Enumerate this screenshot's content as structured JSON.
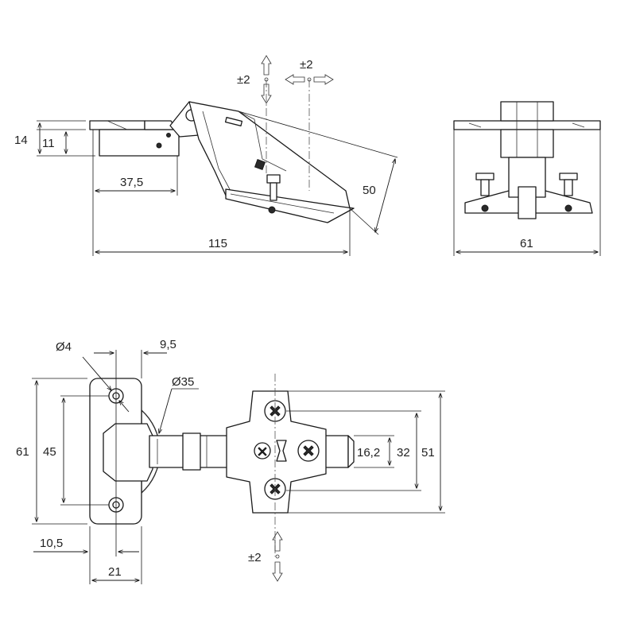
{
  "colors": {
    "line": "#1a1a1a",
    "background": "#ffffff",
    "dimension_text": "#222222"
  },
  "side_view": {
    "height_outer": "14",
    "height_inner": "11",
    "cup_offset": "37,5",
    "overall_length": "115",
    "arm_height": "50",
    "vertical_adjust": "±2",
    "lateral_adjust": "±2"
  },
  "end_view": {
    "width": "61"
  },
  "plan_view": {
    "hole_diameter": "Ø4",
    "hole_offset": "9,5",
    "cup_diameter": "Ø35",
    "plate_height": "61",
    "hole_spacing": "45",
    "hole_edge": "10,5",
    "plate_width": "21",
    "mount_slot": "16,2",
    "mount_spacing": "32",
    "mount_height": "51",
    "depth_adjust": "±2"
  }
}
